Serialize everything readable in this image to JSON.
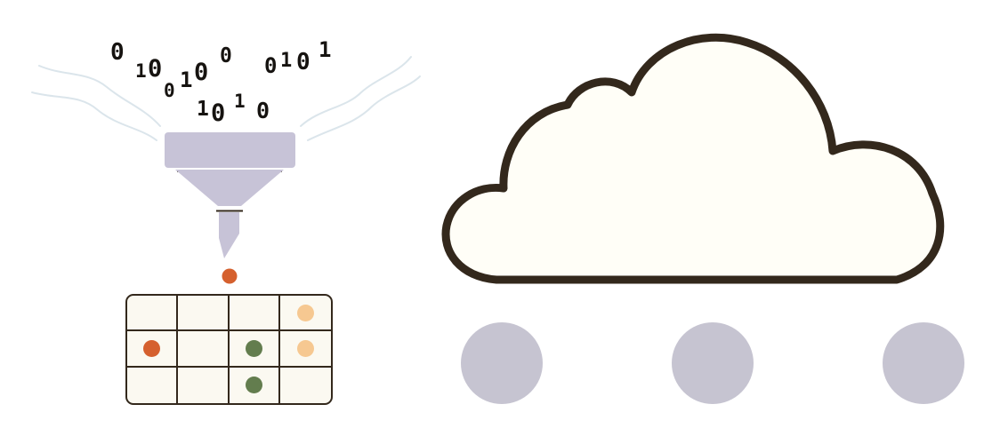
{
  "scene": {
    "description_digits_note": "scattered binary digits above funnel"
  },
  "digits": [
    "0",
    "1",
    "0",
    "0",
    "1",
    "0",
    "0",
    "0",
    "1",
    "0",
    "1",
    "1",
    "0",
    "1",
    "0"
  ],
  "table": {
    "rows": 3,
    "cols": 4,
    "dots": [
      {
        "row": 0,
        "col": 3,
        "color": "peach"
      },
      {
        "row": 1,
        "col": 0,
        "color": "orange"
      },
      {
        "row": 1,
        "col": 2,
        "color": "green"
      },
      {
        "row": 1,
        "col": 3,
        "color": "peach"
      },
      {
        "row": 2,
        "col": 2,
        "color": "green"
      }
    ]
  },
  "cloud_nodes": {
    "count": 3
  },
  "colors": {
    "funnel": "#c7c3d7",
    "outline": "#33281c",
    "cloud_fill": "#fffef7",
    "table_fill": "#fbf9f1",
    "node_gray": "#c6c4d1",
    "wave": "#dbe5eb",
    "dot_orange": "#d5602e",
    "dot_green": "#637d4e",
    "dot_peach": "#f6c891",
    "digit_ink": "#161310"
  }
}
